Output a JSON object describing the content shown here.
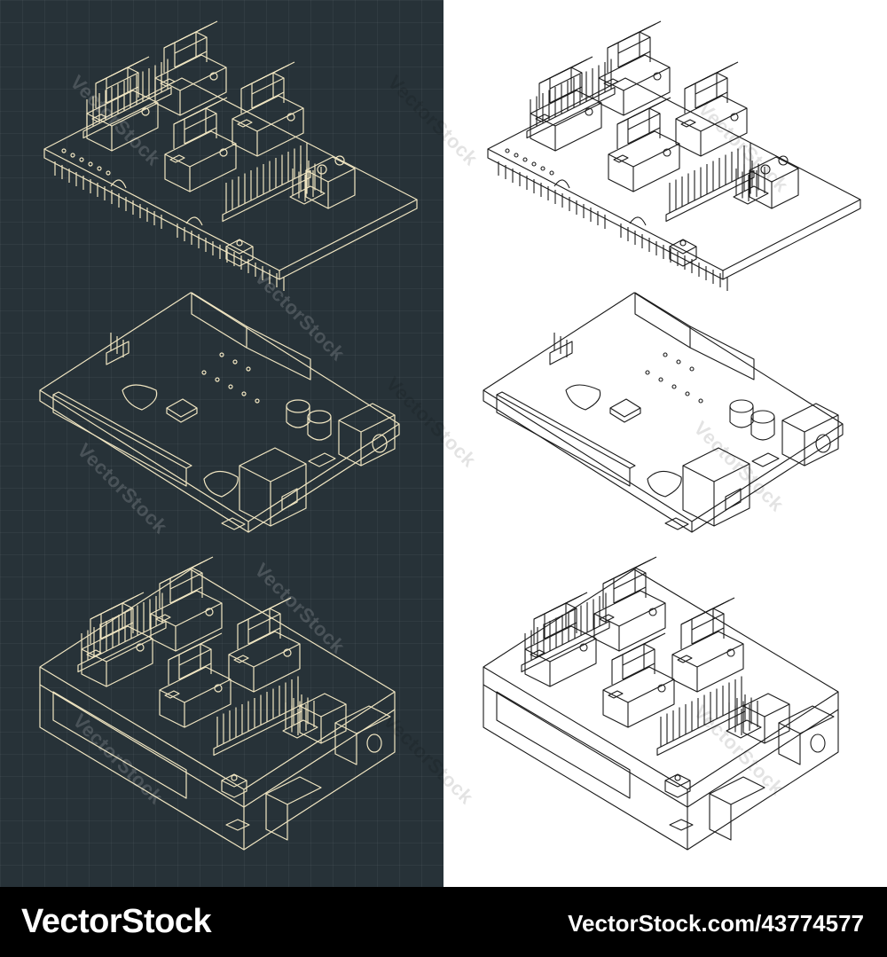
{
  "watermark": {
    "text": "VectorStock"
  },
  "footer": {
    "brand": "VectorStock",
    "image_id": "VectorStock.com/43774577"
  },
  "colors": {
    "dark_bg": "#273238",
    "line_on_dark": "#f1e6c2",
    "line_on_light": "#1a1a1a",
    "paper": "#ffffff",
    "footer_bg": "#000000"
  },
  "panels": [
    {
      "name": "dark-blueprint",
      "views": [
        "cnc-shield-exploded",
        "arduino-uno-board",
        "assembled-stack"
      ]
    },
    {
      "name": "light-line-art",
      "views": [
        "cnc-shield-exploded",
        "arduino-uno-board",
        "assembled-stack"
      ]
    }
  ]
}
